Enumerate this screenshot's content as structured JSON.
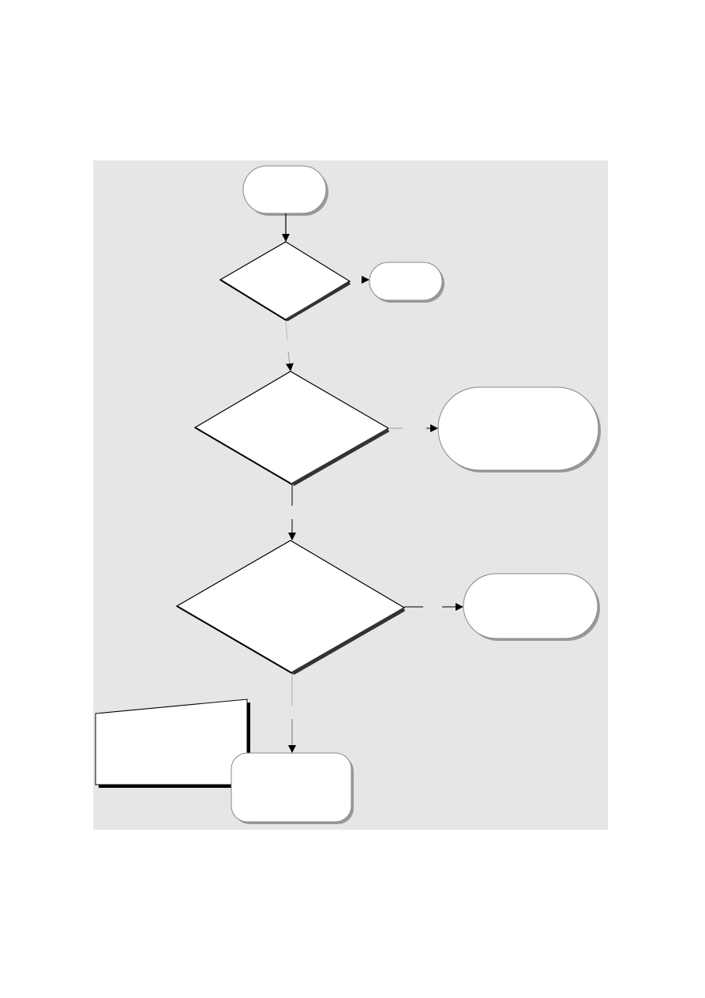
{
  "diagram": {
    "type": "flowchart",
    "colors": {
      "page": "#ffffff",
      "panel": "#e6e6e6",
      "shape_fill": "#ffffff",
      "stroke": "#000000",
      "shadow": "#999999",
      "diamond_shadow": "#333333",
      "faint_connector": "#aaaaaa"
    },
    "nodes": [
      {
        "id": "start",
        "shape": "terminator",
        "label": ""
      },
      {
        "id": "decision-1",
        "shape": "diamond",
        "label": ""
      },
      {
        "id": "exit-1",
        "shape": "terminator",
        "label": ""
      },
      {
        "id": "decision-2",
        "shape": "diamond",
        "label": ""
      },
      {
        "id": "exit-2",
        "shape": "terminator",
        "label": ""
      },
      {
        "id": "decision-3",
        "shape": "diamond",
        "label": ""
      },
      {
        "id": "exit-3",
        "shape": "terminator",
        "label": ""
      },
      {
        "id": "manual-input",
        "shape": "manual-input",
        "label": ""
      },
      {
        "id": "process-end",
        "shape": "rounded-rectangle",
        "label": ""
      }
    ],
    "edges": [
      {
        "from": "start",
        "to": "decision-1"
      },
      {
        "from": "decision-1",
        "to": "exit-1"
      },
      {
        "from": "decision-1",
        "to": "decision-2"
      },
      {
        "from": "decision-2",
        "to": "exit-2"
      },
      {
        "from": "decision-2",
        "to": "decision-3"
      },
      {
        "from": "decision-3",
        "to": "exit-3"
      },
      {
        "from": "decision-3",
        "to": "process-end"
      }
    ]
  }
}
